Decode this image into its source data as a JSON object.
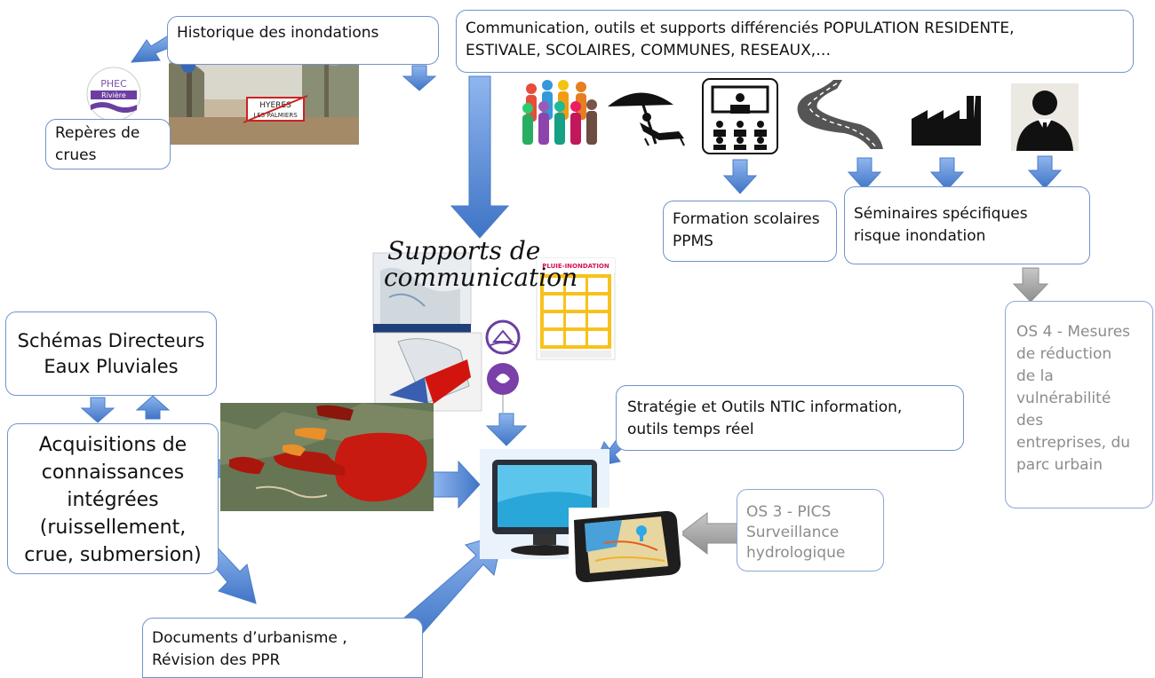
{
  "boxes": {
    "historique": "Historique des inondations",
    "communication_line1": "Communication, outils  et supports différenciés  POPULATION RESIDENTE,",
    "communication_line2": "ESTIVALE, SCOLAIRES,  COMMUNES, RESEAUX,…",
    "reperes_line1": "Repères de",
    "reperes_line2": "crues",
    "formation_line1": "Formation scolaires",
    "formation_line2": "PPMS",
    "seminaires_line1": "Séminaires spécifiques",
    "seminaires_line2": "risque inondation",
    "supports_line1": "Supports de",
    "supports_line2": "communication",
    "schemas_line1": "Schémas Directeurs",
    "schemas_line2": "Eaux Pluviales",
    "acquisitions_lines": [
      "Acquisitions de",
      "connaissances",
      "intégrées",
      "(ruissellement,",
      "crue, submersion)"
    ],
    "strategie_line1": "Stratégie et Outils NTIC information,",
    "strategie_line2": "outils temps réel",
    "os3_lines": [
      "OS 3 - PICS",
      "Surveillance",
      "hydrologique"
    ],
    "os4_lines": [
      "OS 4 - Mesures",
      "de réduction",
      "de la",
      "vulnérabilité",
      "des",
      "entreprises, du",
      "parc urbain"
    ],
    "documents_line1": "Documents d’urbanisme ,",
    "documents_line2": "Révision des PPR"
  },
  "images": {
    "phec_top": "PHEC",
    "phec_bottom": "Rivière",
    "sign_line1": "HYERES",
    "sign_line2": "LES PALMIERS",
    "poster_title": "PLUIE-INONDATION"
  },
  "icons": [
    "people-group-icon",
    "beach-umbrella-icon",
    "classroom-icon",
    "road-icon",
    "factory-icon",
    "businessman-icon",
    "computer-monitor-icon",
    "smartphone-map-icon"
  ],
  "colors": {
    "arrow_blue": "#5b8fd8",
    "arrow_grey": "#a6a6a6",
    "box_border": "#6f95c8",
    "grey_text": "#8c8c8c",
    "flood_red": "#c81a10",
    "logo_purple": "#6b3fa0"
  }
}
